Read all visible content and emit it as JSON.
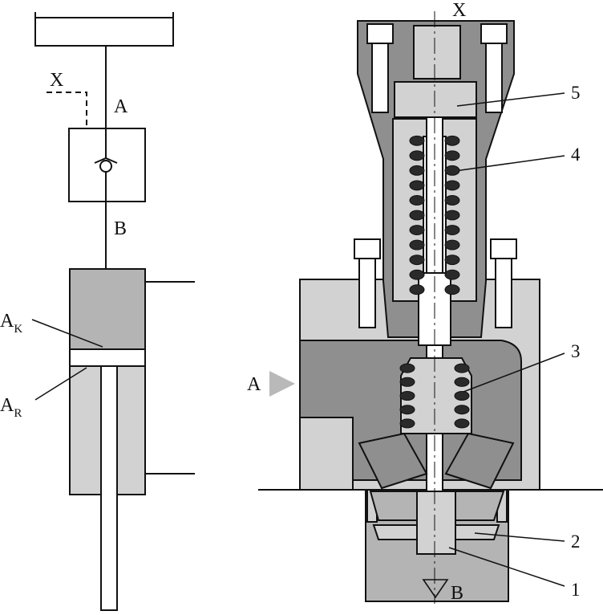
{
  "schematic": {
    "pilot_port": "X",
    "port_a": "A",
    "port_b": "B",
    "area_piston": {
      "letter": "A",
      "subscript": "K"
    },
    "area_rod": {
      "letter": "A",
      "subscript": "R"
    }
  },
  "section": {
    "pilot_port": "X",
    "port_a": "A",
    "port_b": "B",
    "callouts": [
      "5",
      "4",
      "3",
      "2",
      "1"
    ]
  },
  "colors": {
    "line": "#111111",
    "body_dark": "#8f8f8f",
    "body_mid": "#b4b4b4",
    "body_light": "#d2d2d2",
    "spring": "#2a2a2a",
    "flow_arrow": "#b9b9b9"
  }
}
